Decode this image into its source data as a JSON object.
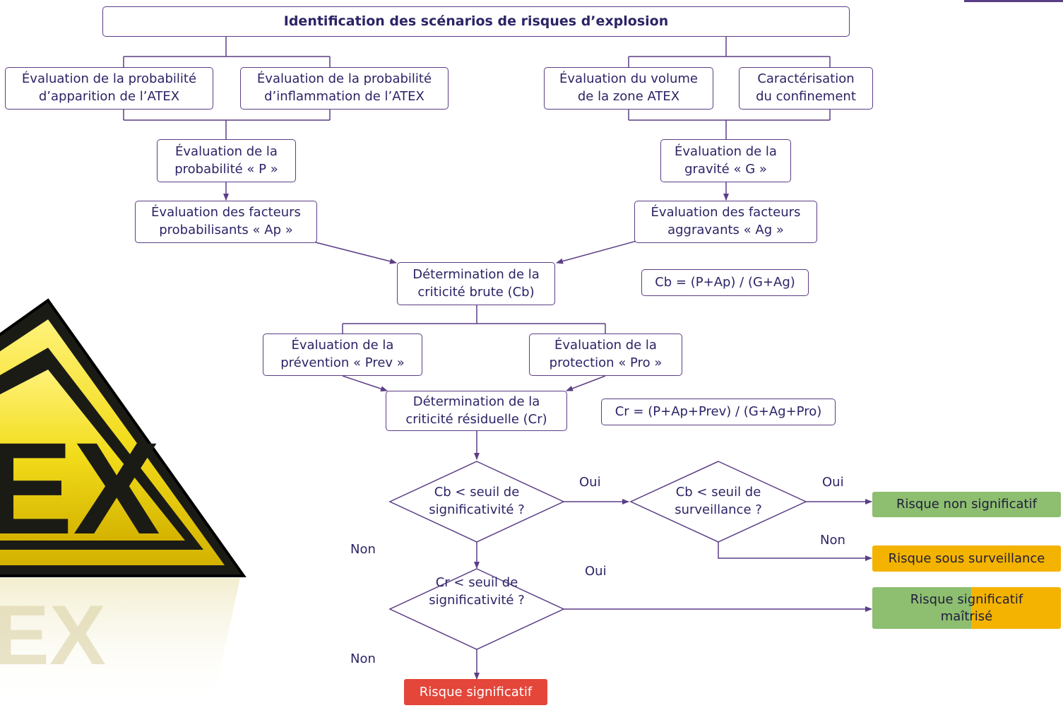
{
  "diagram": {
    "title": "Identification des scénarios de risques d’explosion",
    "nodes": {
      "eval_prob_apparition": "Évaluation de la probabilité\nd’apparition de l’ATEX",
      "eval_prob_inflammation": "Évaluation de la probabilité\nd’inflammation de l’ATEX",
      "eval_volume": "Évaluation du volume\nde la zone ATEX",
      "caracterisation": "Caractérisation\ndu confinement",
      "eval_p": "Évaluation de la\nprobabilité « P »",
      "eval_g": "Évaluation de la\ngravité « G »",
      "eval_ap": "Évaluation des facteurs\nprobabilisants « Ap »",
      "eval_ag": "Évaluation des facteurs\naggravants « Ag »",
      "det_cb": "Détermination de la\ncriticité brute (Cb)",
      "formula_cb": "Cb = (P+Ap) / (G+Ag)",
      "eval_prev": "Évaluation de la\nprévention « Prev »",
      "eval_pro": "Évaluation de la\nprotection « Pro »",
      "det_cr": "Détermination de la\ncriticité résiduelle (Cr)",
      "formula_cr": "Cr = (P+Ap+Prev) / (G+Ag+Pro)",
      "dec_cb_signif": "Cb < seuil de\nsignificativité ?",
      "dec_cb_surv": "Cb < seuil de\nsurveillance ?",
      "dec_cr_signif": "Cr < seuil de\nsignificativité ?"
    },
    "outcomes": {
      "non_significatif": "Risque non significatif",
      "sous_surveillance": "Risque sous surveillance",
      "significatif_maitrise": "Risque significatif\nmaîtrisé",
      "significatif": "Risque significatif"
    },
    "labels": {
      "oui_1": "Oui",
      "oui_2": "Oui",
      "oui_3": "Oui",
      "non_1": "Non",
      "non_2": "Non",
      "non_3": "Non"
    },
    "colors": {
      "stroke": "#5b3d86",
      "text": "#2b2466",
      "green": "#8ebe6f",
      "orange": "#f4b300",
      "red": "#e4463a"
    }
  },
  "illustration": {
    "sign_text": "EX",
    "icon": "atex-warning-sign-icon"
  }
}
